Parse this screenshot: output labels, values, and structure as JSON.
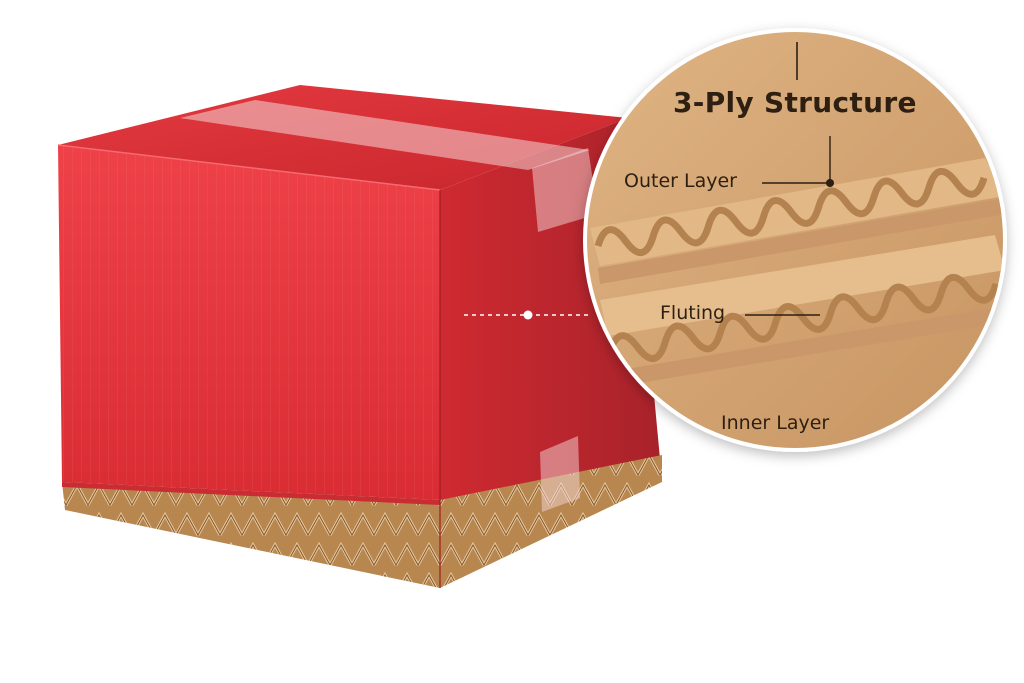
{
  "diagram": {
    "title": "3-Ply Structure",
    "labels": {
      "outer": "Outer Layer",
      "fluting": "Fluting",
      "inner": "Inner Layer"
    }
  },
  "colors": {
    "box_red": "#e8333a",
    "box_red_dark": "#b9262c",
    "kraft": "#d3a373",
    "kraft_dark": "#a9784a",
    "tape": "#f2d0d0",
    "text": "#2d1f12"
  }
}
